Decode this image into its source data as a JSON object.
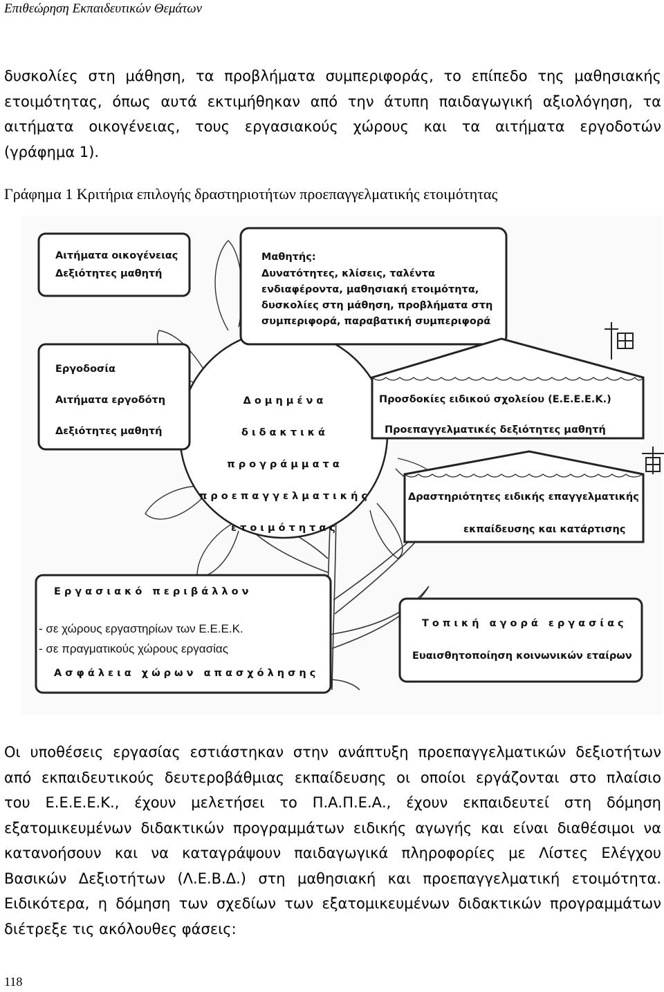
{
  "header": {
    "running_title": "Επιθεώρηση Εκπαιδευτικών Θεμάτων"
  },
  "intro": {
    "lines": [
      "δυσκολίες στη μάθηση, τα προβλήματα συμπεριφοράς, το επίπεδο της μαθησιακής",
      "ετοιμότητας, όπως αυτά εκτιμήθηκαν από την άτυπη παιδαγωγική αξιολόγηση, τα",
      "αιτήματα οικογένειας, τους εργασιακούς χώρους και τα αιτήματα εργοδοτών",
      "(γράφημα 1)."
    ]
  },
  "figure": {
    "caption": "Γράφημα 1 Κριτήρια επιλογής δραστηριοτήτων προεπαγγελματικής ετοιμότητας",
    "family_box": [
      "Αιτήματα οικογένειας",
      "Δεξιότητες μαθητή"
    ],
    "student_box": [
      "Μαθητής:",
      "Δυνατότητες, κλίσεις, ταλέντα",
      "ενδιαφέροντα, μαθησιακή ετοιμότητα,",
      "δυσκολίες στη μάθηση, προβλήματα στη",
      "συμπεριφορά, παραβατική συμπεριφορά"
    ],
    "employer_box": [
      "Εργοδοσία",
      "Αιτήματα εργοδότη",
      "Δεξιότητες μαθητή"
    ],
    "center_circle": [
      "Δομημένα",
      "διδακτικά",
      "προγράμματα",
      "προεπαγγελματικής",
      "ετοιμότητας"
    ],
    "school_box": [
      "Προσδοκίες ειδικού σχολείου (Ε.Ε.Ε.Ε.Κ.)",
      "Προεπαγγελματικές δεξιότητες μαθητή"
    ],
    "activities_box": [
      "Δραστηριότητες ειδικής επαγγελματικής",
      "εκπαίδευσης και κατάρτισης"
    ],
    "work_env_box": [
      "Εργασιακό περιβάλλον",
      "- σε χώρους εργαστηρίων των Ε.Ε.Ε.Κ.",
      "- σε πραγματικούς χώρους εργασίας",
      "Ασφάλεια χώρων απασχόλησης"
    ],
    "market_box": [
      "Τοπική αγορά εργασίας",
      "Ευαισθητοποίηση κοινωνικών εταίρων"
    ]
  },
  "body": {
    "lines": [
      "Οι υποθέσεις εργασίας εστιάστηκαν στην ανάπτυξη προεπαγγελματικών δεξιοτήτων",
      "από εκπαιδευτικούς δευτεροβάθμιας εκπαίδευσης οι οποίοι εργάζονται στο πλαίσιο",
      "του Ε.Ε.Ε.Ε.Κ., έχουν μελετήσει το Π.Α.Π.Ε.Α., έχουν εκπαιδευτεί στη δόμηση",
      "εξατομικευμένων διδακτικών προγραμμάτων ειδικής αγωγής και είναι διαθέσιμοι να",
      "κατανοήσουν και να καταγράψουν παιδαγωγικά πληροφορίες με Λίστες Ελέγχου",
      "Βασικών Δεξιοτήτων (Λ.Ε.Β.Δ.) στη μαθησιακή και προεπαγγελματική ετοιμότητα.",
      "Ειδικότερα, η δόμηση των σχεδίων των εξατομικευμένων διδακτικών προγραμμάτων",
      "διέτρεξε τις ακόλουθες φάσεις:"
    ]
  },
  "page_number": "118"
}
